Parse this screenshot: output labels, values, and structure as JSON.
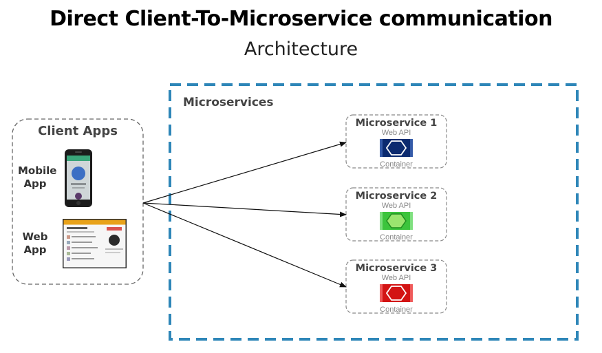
{
  "header": {
    "title": "Direct Client-To-Microservice communication",
    "subtitle": "Architecture"
  },
  "client_apps": {
    "title": "Client Apps",
    "items": [
      {
        "label": "Mobile\nApp",
        "icon": "mobile-phone-icon"
      },
      {
        "label": "Web\nApp",
        "icon": "web-browser-icon"
      }
    ]
  },
  "microservices": {
    "title": "Microservices",
    "services": [
      {
        "name": "Microservice 1",
        "subtitle": "Web API",
        "footer": "Container",
        "color": "#0b2a6f"
      },
      {
        "name": "Microservice 2",
        "subtitle": "Web API",
        "footer": "Container",
        "color": "#3cc43c"
      },
      {
        "name": "Microservice 3",
        "subtitle": "Web API",
        "footer": "Container",
        "color": "#d31414"
      }
    ]
  },
  "colors": {
    "region_border": "#2e86b8",
    "box_border": "#888888",
    "arrow": "#111111"
  }
}
